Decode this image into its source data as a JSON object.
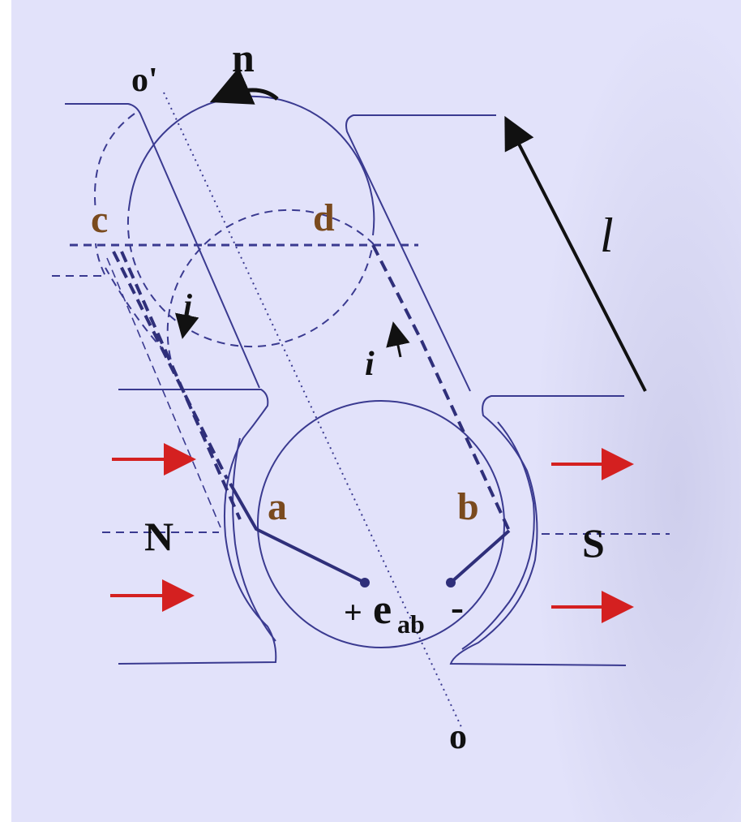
{
  "labels": {
    "o_prime": "o'",
    "n": "n",
    "c": "c",
    "d": "d",
    "l": "l",
    "i_left": "i",
    "i_right": "i",
    "a": "a",
    "b": "b",
    "N": "N",
    "S": "S",
    "plus": "+",
    "e": "e",
    "ab_sub": "ab",
    "minus": "-",
    "o": "o"
  },
  "colors": {
    "background": "#e2e2fa",
    "structure": "#3a3a90",
    "conductor": "#2f2f7a",
    "label_brown": "#7a4a1e",
    "label_black": "#111111",
    "flux_arrow": "#d42020"
  }
}
